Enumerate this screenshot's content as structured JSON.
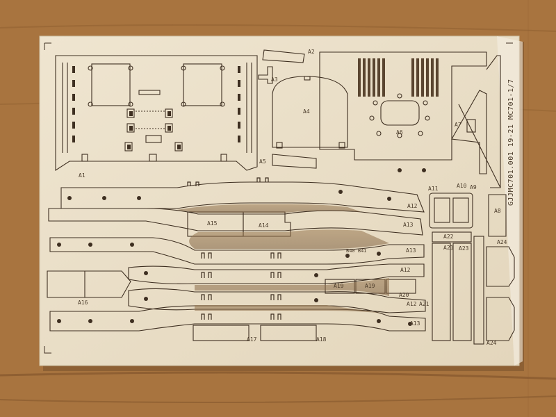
{
  "photo": {
    "subject": "",
    "colors": {
      "table": "#a8743f",
      "board": "#eadfc9",
      "cut_line": "#3e2f21",
      "gap": "#8a6a45"
    }
  },
  "sheet_code": "GJJMC701.001 19-21 MC701-1/7",
  "part_labels": {
    "a1": "A1",
    "a2": "A2",
    "a3": "A3",
    "a4": "A4",
    "a5": "A5",
    "a6": "A6",
    "a7": "A7",
    "a8": "A8",
    "a9": "A9",
    "a10": "A10",
    "a11": "A11",
    "a12_top": "A12",
    "a13_top": "A13",
    "a14": "A14",
    "a15": "A15",
    "a13_mid": "A13",
    "a12_mid": "A12",
    "a16": "A16",
    "a19_left": "A19",
    "a19_right": "A19",
    "a20": "A20",
    "a12_low": "A12",
    "a21_right": "A21",
    "a13_low": "A13",
    "a17": "A17",
    "a18": "A18",
    "a21_col": "A21",
    "a22": "A22",
    "a23": "A23",
    "a24_top": "A24",
    "a24_bottom": "A24",
    "b40_b41": "B40 B41"
  }
}
